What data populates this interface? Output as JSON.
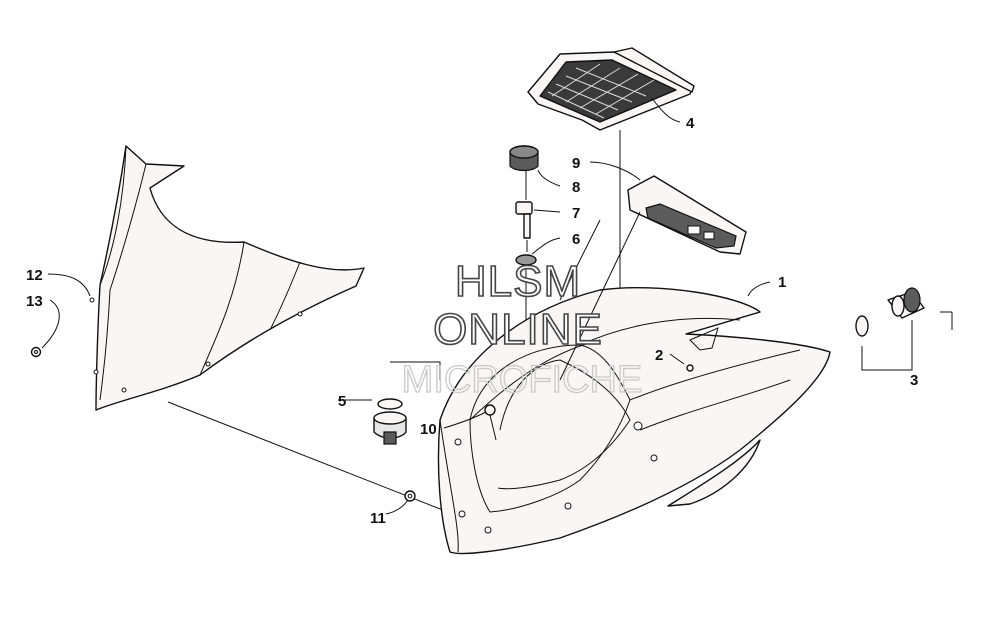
{
  "watermark": {
    "line1": "HLSM",
    "line2": "ONLINE",
    "line3": "MICROFICHE"
  },
  "callouts": [
    {
      "id": "1",
      "label": "1"
    },
    {
      "id": "2",
      "label": "2"
    },
    {
      "id": "3",
      "label": "3"
    },
    {
      "id": "4",
      "label": "4"
    },
    {
      "id": "5",
      "label": "5"
    },
    {
      "id": "6",
      "label": "6"
    },
    {
      "id": "7",
      "label": "7"
    },
    {
      "id": "8",
      "label": "8"
    },
    {
      "id": "9",
      "label": "9"
    },
    {
      "id": "10",
      "label": "10"
    },
    {
      "id": "11",
      "label": "11"
    },
    {
      "id": "12",
      "label": "12"
    },
    {
      "id": "13",
      "label": "13"
    }
  ]
}
